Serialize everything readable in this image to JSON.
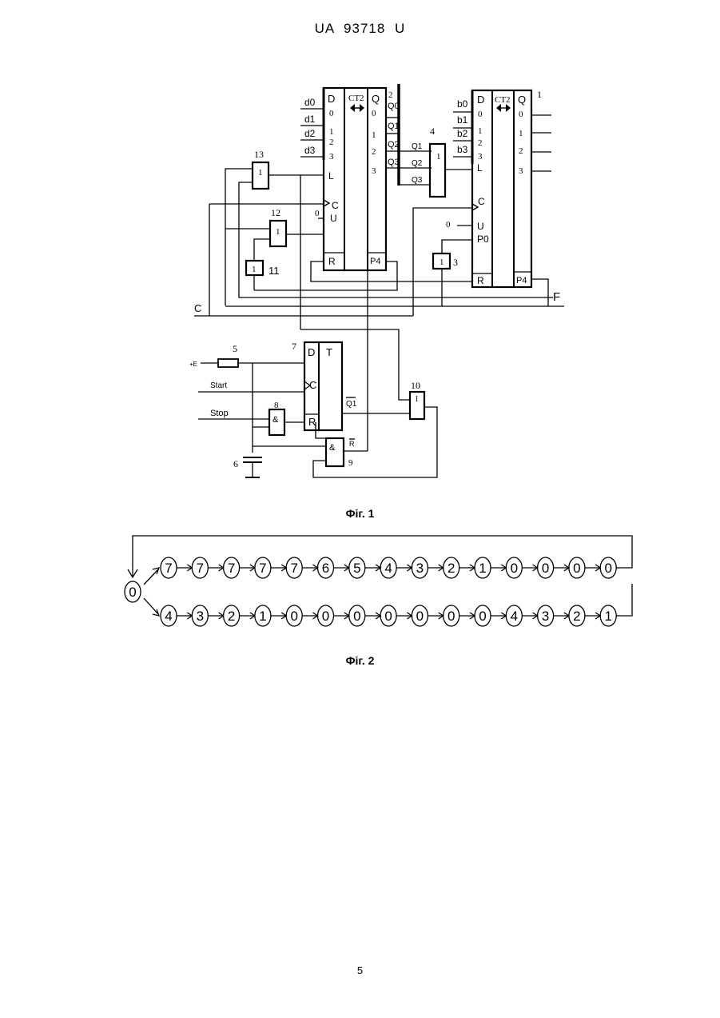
{
  "header": {
    "doc_id": "UA 93718 U"
  },
  "fig1": {
    "caption": "Фіг. 1",
    "counter_left": {
      "label": "CT2",
      "d_inputs": [
        "d0",
        "d1",
        "d2",
        "d3"
      ],
      "d_nums": [
        "0",
        "1",
        "2",
        "3"
      ],
      "q_outputs": [
        "Q0",
        "Q1",
        "Q2",
        "Q3"
      ],
      "q_nums": [
        "0",
        "1",
        "2",
        "3"
      ],
      "pins": {
        "D": "D",
        "L": "L",
        "C": "C",
        "U": "U",
        "R": "R",
        "P4": "P4",
        "Q": "Q",
        "num2": "2"
      }
    },
    "counter_right": {
      "label": "CT2",
      "b_inputs": [
        "b0",
        "b1",
        "b2",
        "b3"
      ],
      "b_nums": [
        "0",
        "1",
        "2",
        "3"
      ],
      "q_nums": [
        "0",
        "1",
        "2",
        "3"
      ],
      "pins": {
        "D": "D",
        "L": "L",
        "C": "C",
        "U": "U",
        "P0": "P0",
        "R": "R",
        "P4": "P4",
        "Q": "Q"
      }
    },
    "gate_labels": {
      "g1": "1",
      "g4": "4",
      "g3": "3",
      "g10": "10",
      "g11": "11",
      "g12": "12",
      "g13": "13",
      "g8": "8",
      "g9": "9",
      "g5": "5",
      "g6": "6",
      "g7": "7"
    },
    "signals": {
      "C": "C",
      "F": "F",
      "plusE": "+E",
      "start": "Start",
      "stop": "Stop",
      "zero_u": "0",
      "zero_p": "0",
      "q1bar": "Q1",
      "rbar": "R",
      "and": "&",
      "one": "1",
      "trig_D": "D",
      "trig_T": "T",
      "trig_C": "C",
      "trig_R": "R",
      "or4_q1": "Q1",
      "or4_q2": "Q2",
      "or4_q3": "Q3"
    }
  },
  "fig2": {
    "caption": "Фіг. 2",
    "start_state": "0",
    "row1": [
      "7",
      "7",
      "7",
      "7",
      "7",
      "6",
      "5",
      "4",
      "3",
      "2",
      "1",
      "0",
      "0",
      "0",
      "0"
    ],
    "row2": [
      "4",
      "3",
      "2",
      "1",
      "0",
      "0",
      "0",
      "0",
      "0",
      "0",
      "0",
      "4",
      "3",
      "2",
      "1"
    ]
  },
  "page_number": "5"
}
